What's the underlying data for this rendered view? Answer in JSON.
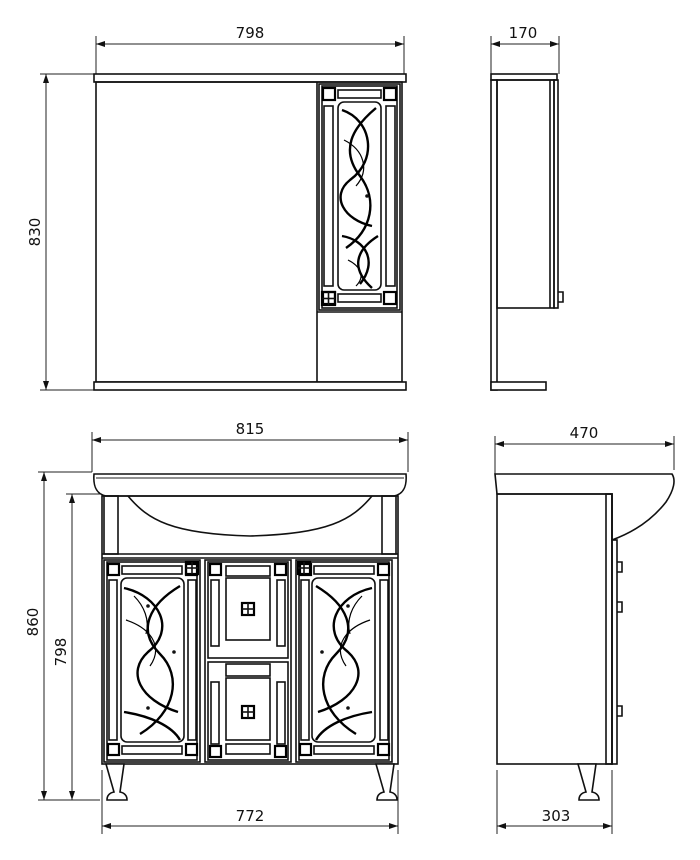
{
  "dimensions": {
    "mirror_cabinet_width": "798",
    "mirror_cabinet_depth": "170",
    "mirror_cabinet_height": "830",
    "vanity_top_width": "815",
    "vanity_top_depth": "470",
    "vanity_total_height": "860",
    "vanity_body_height": "798",
    "vanity_body_width": "772",
    "vanity_body_depth": "303"
  }
}
